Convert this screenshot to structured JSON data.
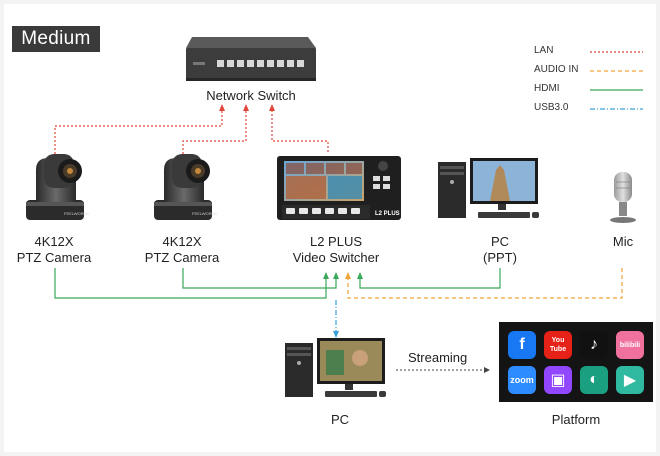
{
  "badge": "Medium",
  "colors": {
    "lan": "#e0453a",
    "audio": "#f0a43a",
    "hdmi": "#3aa85a",
    "usb": "#3aa0d8"
  },
  "legend": [
    {
      "label": "LAN",
      "type": "lan"
    },
    {
      "label": "AUDIO IN",
      "type": "audio"
    },
    {
      "label": "HDMI",
      "type": "hdmi"
    },
    {
      "label": "USB3.0",
      "type": "usb"
    }
  ],
  "nodes": {
    "network_switch": "Network Switch",
    "camera1": {
      "line1": "4K12X",
      "line2": "PTZ Camera"
    },
    "camera2": {
      "line1": "4K12X",
      "line2": "PTZ Camera"
    },
    "switcher": {
      "line1": "L2 PLUS",
      "line2": "Video Switcher",
      "device_text": "L2 PLUS"
    },
    "pc_ppt": {
      "line1": "PC",
      "line2": "(PPT)"
    },
    "mic": "Mic",
    "pc": "PC",
    "platform": "Platform"
  },
  "streaming": "Streaming",
  "platforms": [
    {
      "name": "facebook-icon",
      "text": "f",
      "color": "#1877f2"
    },
    {
      "name": "youtube-icon",
      "text": "You Tube",
      "color": "#e62117"
    },
    {
      "name": "tiktok-icon",
      "text": "♪",
      "color": "#111111"
    },
    {
      "name": "bilibili-icon",
      "text": "bilibili",
      "color": "#f0719d"
    },
    {
      "name": "zoom-icon",
      "text": "zoom",
      "color": "#2d8cff"
    },
    {
      "name": "twitch-icon",
      "text": "▣",
      "color": "#9146ff"
    },
    {
      "name": "stream-app-icon",
      "text": "◐",
      "color": "#1a9f80"
    },
    {
      "name": "camera-app-icon",
      "text": "▶",
      "color": "#2fb9a0"
    }
  ]
}
